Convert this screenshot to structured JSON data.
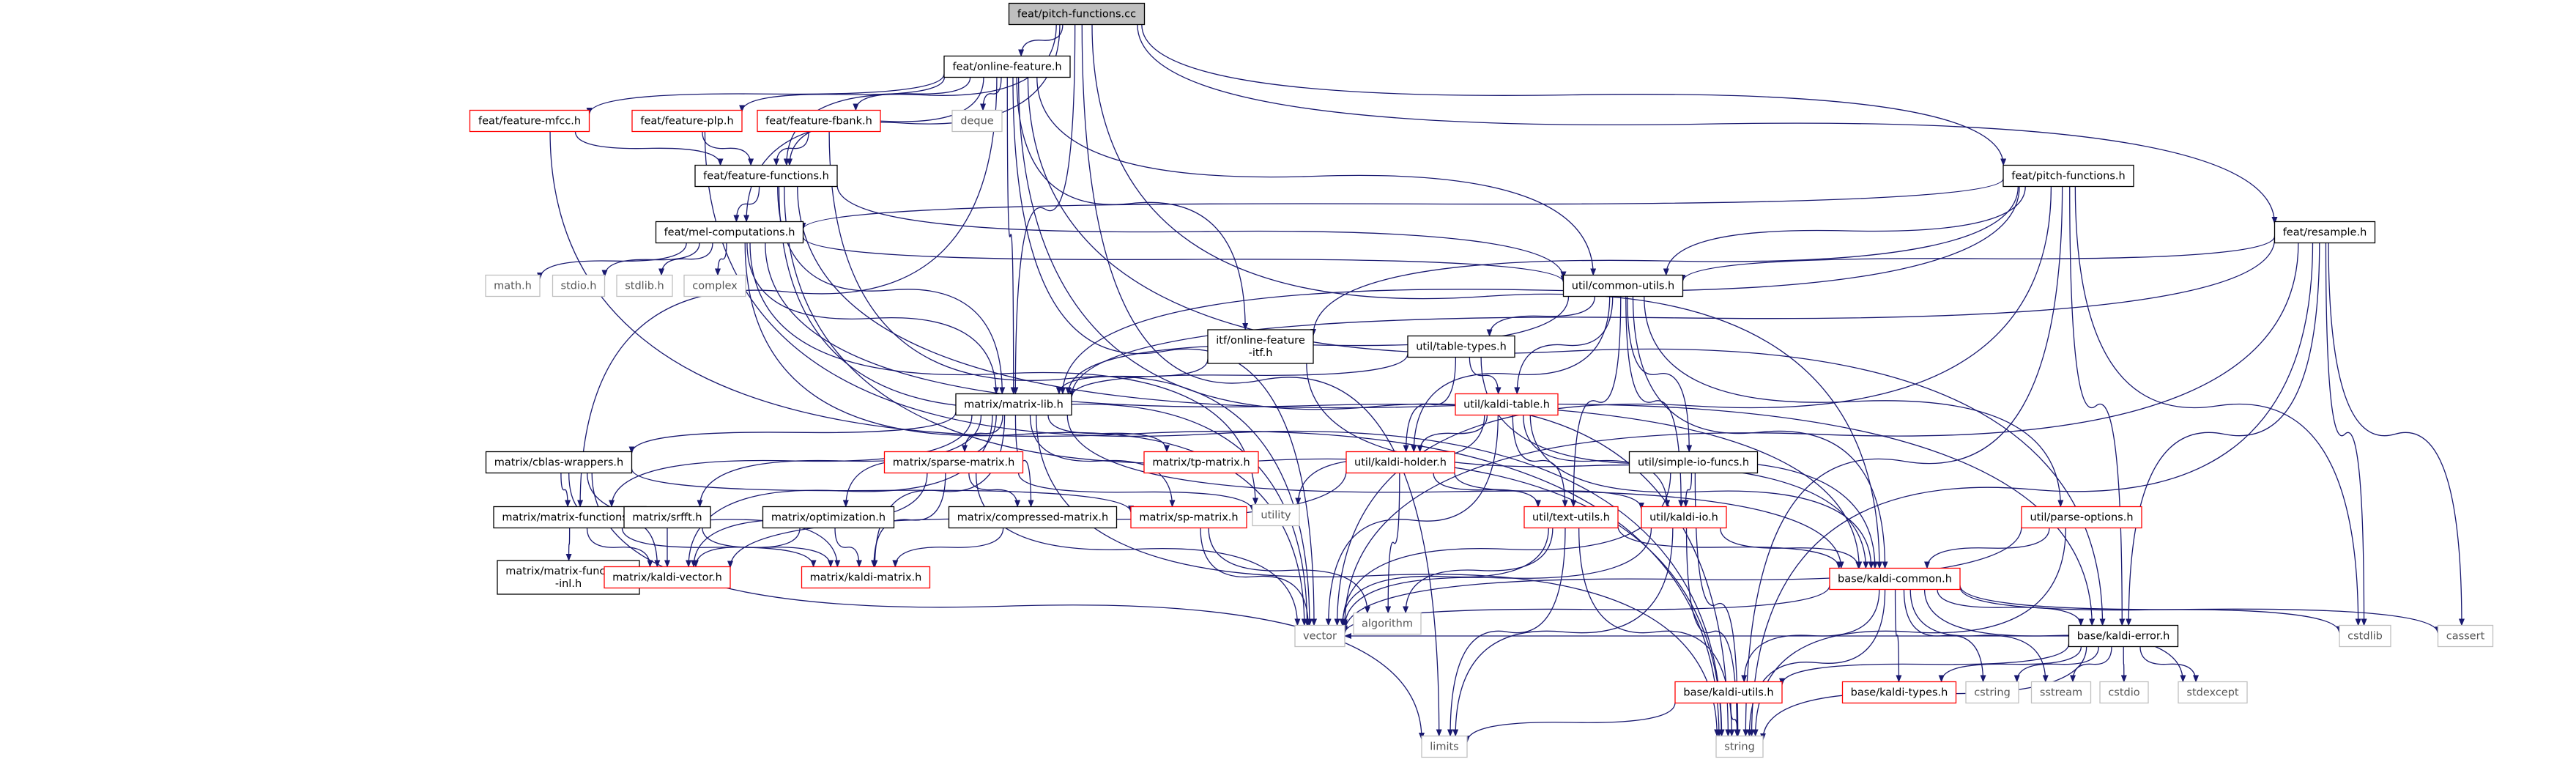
{
  "diagram": {
    "nodes": [
      {
        "id": "root",
        "lines": [
          "feat/pitch-functions.cc"
        ],
        "style": "root"
      },
      {
        "id": "online-feature",
        "lines": [
          "feat/online-feature.h"
        ],
        "style": "normal"
      },
      {
        "id": "feature-mfcc",
        "lines": [
          "feat/feature-mfcc.h"
        ],
        "style": "link"
      },
      {
        "id": "feature-plp",
        "lines": [
          "feat/feature-plp.h"
        ],
        "style": "link"
      },
      {
        "id": "feature-fbank",
        "lines": [
          "feat/feature-fbank.h"
        ],
        "style": "link"
      },
      {
        "id": "deque",
        "lines": [
          "deque"
        ],
        "style": "system"
      },
      {
        "id": "feature-functions",
        "lines": [
          "feat/feature-functions.h"
        ],
        "style": "normal"
      },
      {
        "id": "pitch-functions",
        "lines": [
          "feat/pitch-functions.h"
        ],
        "style": "normal"
      },
      {
        "id": "resample",
        "lines": [
          "feat/resample.h"
        ],
        "style": "normal"
      },
      {
        "id": "mel",
        "lines": [
          "feat/mel-computations.h"
        ],
        "style": "normal"
      },
      {
        "id": "math",
        "lines": [
          "math.h"
        ],
        "style": "system"
      },
      {
        "id": "stdio",
        "lines": [
          "stdio.h"
        ],
        "style": "system"
      },
      {
        "id": "stdlib",
        "lines": [
          "stdlib.h"
        ],
        "style": "system"
      },
      {
        "id": "complex",
        "lines": [
          "complex"
        ],
        "style": "system"
      },
      {
        "id": "common-utils",
        "lines": [
          "util/common-utils.h"
        ],
        "style": "normal"
      },
      {
        "id": "itf",
        "lines": [
          "itf/online-feature",
          "-itf.h"
        ],
        "style": "normal"
      },
      {
        "id": "table-types",
        "lines": [
          "util/table-types.h"
        ],
        "style": "normal"
      },
      {
        "id": "matrix-lib",
        "lines": [
          "matrix/matrix-lib.h"
        ],
        "style": "normal"
      },
      {
        "id": "kaldi-table",
        "lines": [
          "util/kaldi-table.h"
        ],
        "style": "link"
      },
      {
        "id": "cblas",
        "lines": [
          "matrix/cblas-wrappers.h"
        ],
        "style": "normal"
      },
      {
        "id": "sparse",
        "lines": [
          "matrix/sparse-matrix.h"
        ],
        "style": "link"
      },
      {
        "id": "tp",
        "lines": [
          "matrix/tp-matrix.h"
        ],
        "style": "link"
      },
      {
        "id": "kaldi-holder",
        "lines": [
          "util/kaldi-holder.h"
        ],
        "style": "link"
      },
      {
        "id": "simple-io",
        "lines": [
          "util/simple-io-funcs.h"
        ],
        "style": "normal"
      },
      {
        "id": "utility",
        "lines": [
          "utility"
        ],
        "style": "system"
      },
      {
        "id": "matrix-functions",
        "lines": [
          "matrix/matrix-functions.h"
        ],
        "style": "normal"
      },
      {
        "id": "srfft",
        "lines": [
          "matrix/srfft.h"
        ],
        "style": "normal"
      },
      {
        "id": "optimization",
        "lines": [
          "matrix/optimization.h"
        ],
        "style": "normal"
      },
      {
        "id": "compressed",
        "lines": [
          "matrix/compressed-matrix.h"
        ],
        "style": "normal"
      },
      {
        "id": "sp",
        "lines": [
          "matrix/sp-matrix.h"
        ],
        "style": "link"
      },
      {
        "id": "text-utils",
        "lines": [
          "util/text-utils.h"
        ],
        "style": "link"
      },
      {
        "id": "kaldi-io",
        "lines": [
          "util/kaldi-io.h"
        ],
        "style": "link"
      },
      {
        "id": "parse-options",
        "lines": [
          "util/parse-options.h"
        ],
        "style": "link"
      },
      {
        "id": "mf-inl",
        "lines": [
          "matrix/matrix-functions",
          "-inl.h"
        ],
        "style": "normal"
      },
      {
        "id": "kaldi-vector",
        "lines": [
          "matrix/kaldi-vector.h"
        ],
        "style": "link"
      },
      {
        "id": "kaldi-matrix",
        "lines": [
          "matrix/kaldi-matrix.h"
        ],
        "style": "link"
      },
      {
        "id": "algorithm",
        "lines": [
          "algorithm"
        ],
        "style": "system"
      },
      {
        "id": "kaldi-common",
        "lines": [
          "base/kaldi-common.h"
        ],
        "style": "link"
      },
      {
        "id": "vector",
        "lines": [
          "vector"
        ],
        "style": "system"
      },
      {
        "id": "kaldi-error",
        "lines": [
          "base/kaldi-error.h"
        ],
        "style": "normal"
      },
      {
        "id": "cstdlib",
        "lines": [
          "cstdlib"
        ],
        "style": "system"
      },
      {
        "id": "cassert",
        "lines": [
          "cassert"
        ],
        "style": "system"
      },
      {
        "id": "kaldi-utils",
        "lines": [
          "base/kaldi-utils.h"
        ],
        "style": "link"
      },
      {
        "id": "kaldi-types",
        "lines": [
          "base/kaldi-types.h"
        ],
        "style": "link"
      },
      {
        "id": "cstring",
        "lines": [
          "cstring"
        ],
        "style": "system"
      },
      {
        "id": "sstream",
        "lines": [
          "sstream"
        ],
        "style": "system"
      },
      {
        "id": "cstdio",
        "lines": [
          "cstdio"
        ],
        "style": "system"
      },
      {
        "id": "stdexcept",
        "lines": [
          "stdexcept"
        ],
        "style": "system"
      },
      {
        "id": "limits",
        "lines": [
          "limits"
        ],
        "style": "system"
      },
      {
        "id": "string",
        "lines": [
          "string"
        ],
        "style": "system"
      }
    ],
    "edges": [
      [
        "root",
        "online-feature"
      ],
      [
        "root",
        "feature-functions"
      ],
      [
        "root",
        "mel"
      ],
      [
        "root",
        "pitch-functions"
      ],
      [
        "root",
        "resample"
      ],
      [
        "root",
        "matrix-lib"
      ],
      [
        "root",
        "kaldi-common"
      ],
      [
        "root",
        "limits"
      ],
      [
        "online-feature",
        "feature-mfcc"
      ],
      [
        "online-feature",
        "feature-plp"
      ],
      [
        "online-feature",
        "feature-fbank"
      ],
      [
        "online-feature",
        "deque"
      ],
      [
        "online-feature",
        "feature-functions"
      ],
      [
        "online-feature",
        "matrix-lib"
      ],
      [
        "online-feature",
        "itf"
      ],
      [
        "online-feature",
        "common-utils"
      ],
      [
        "online-feature",
        "kaldi-error"
      ],
      [
        "online-feature",
        "string"
      ],
      [
        "online-feature",
        "vector"
      ],
      [
        "online-feature",
        "matrix-functions"
      ],
      [
        "feature-mfcc",
        "feature-functions"
      ],
      [
        "feature-mfcc",
        "string"
      ],
      [
        "feature-plp",
        "feature-functions"
      ],
      [
        "feature-plp",
        "string"
      ],
      [
        "feature-fbank",
        "feature-functions"
      ],
      [
        "feature-fbank",
        "vector"
      ],
      [
        "feature-functions",
        "mel"
      ],
      [
        "feature-functions",
        "matrix-lib"
      ],
      [
        "feature-functions",
        "common-utils"
      ],
      [
        "feature-functions",
        "kaldi-error"
      ],
      [
        "feature-functions",
        "string"
      ],
      [
        "feature-functions",
        "vector"
      ],
      [
        "pitch-functions",
        "mel"
      ],
      [
        "pitch-functions",
        "common-utils"
      ],
      [
        "pitch-functions",
        "matrix-lib"
      ],
      [
        "pitch-functions",
        "itf"
      ],
      [
        "pitch-functions",
        "kaldi-error"
      ],
      [
        "pitch-functions",
        "cstdlib"
      ],
      [
        "pitch-functions",
        "string"
      ],
      [
        "pitch-functions",
        "vector"
      ],
      [
        "resample",
        "common-utils"
      ],
      [
        "resample",
        "matrix-lib"
      ],
      [
        "resample",
        "kaldi-error"
      ],
      [
        "resample",
        "cstdlib"
      ],
      [
        "resample",
        "cassert"
      ],
      [
        "resample",
        "string"
      ],
      [
        "resample",
        "vector"
      ],
      [
        "mel",
        "math"
      ],
      [
        "mel",
        "stdio"
      ],
      [
        "mel",
        "stdlib"
      ],
      [
        "mel",
        "complex"
      ],
      [
        "mel",
        "matrix-lib"
      ],
      [
        "mel",
        "common-utils"
      ],
      [
        "mel",
        "kaldi-common"
      ],
      [
        "mel",
        "utility"
      ],
      [
        "mel",
        "vector"
      ],
      [
        "common-utils",
        "table-types"
      ],
      [
        "common-utils",
        "kaldi-table"
      ],
      [
        "common-utils",
        "kaldi-holder"
      ],
      [
        "common-utils",
        "simple-io"
      ],
      [
        "common-utils",
        "parse-options"
      ],
      [
        "common-utils",
        "text-utils"
      ],
      [
        "common-utils",
        "kaldi-io"
      ],
      [
        "common-utils",
        "kaldi-common"
      ],
      [
        "common-utils",
        "matrix-lib"
      ],
      [
        "itf",
        "matrix-lib"
      ],
      [
        "itf",
        "kaldi-common"
      ],
      [
        "table-types",
        "matrix-lib"
      ],
      [
        "table-types",
        "kaldi-table"
      ],
      [
        "table-types",
        "kaldi-holder"
      ],
      [
        "table-types",
        "kaldi-common"
      ],
      [
        "kaldi-table",
        "kaldi-holder"
      ],
      [
        "kaldi-table",
        "kaldi-io"
      ],
      [
        "kaldi-table",
        "text-utils"
      ],
      [
        "kaldi-table",
        "kaldi-common"
      ],
      [
        "kaldi-table",
        "vector"
      ],
      [
        "kaldi-table",
        "utility"
      ],
      [
        "kaldi-holder",
        "kaldi-io"
      ],
      [
        "kaldi-holder",
        "text-utils"
      ],
      [
        "kaldi-holder",
        "algorithm"
      ],
      [
        "kaldi-holder",
        "kaldi-vector"
      ],
      [
        "simple-io",
        "kaldi-io"
      ],
      [
        "simple-io",
        "vector"
      ],
      [
        "simple-io",
        "string"
      ],
      [
        "matrix-lib",
        "cblas"
      ],
      [
        "matrix-lib",
        "sparse"
      ],
      [
        "matrix-lib",
        "tp"
      ],
      [
        "matrix-lib",
        "sp"
      ],
      [
        "matrix-lib",
        "kaldi-vector"
      ],
      [
        "matrix-lib",
        "kaldi-matrix"
      ],
      [
        "matrix-lib",
        "compressed"
      ],
      [
        "matrix-lib",
        "srfft"
      ],
      [
        "matrix-lib",
        "optimization"
      ],
      [
        "matrix-lib",
        "matrix-functions"
      ],
      [
        "matrix-lib",
        "kaldi-common"
      ],
      [
        "matrix-lib",
        "string"
      ],
      [
        "cblas",
        "matrix-functions"
      ],
      [
        "cblas",
        "sp"
      ],
      [
        "cblas",
        "kaldi-vector"
      ],
      [
        "cblas",
        "kaldi-matrix"
      ],
      [
        "cblas",
        "limits"
      ],
      [
        "sparse",
        "compressed"
      ],
      [
        "sparse",
        "kaldi-vector"
      ],
      [
        "sparse",
        "kaldi-matrix"
      ],
      [
        "sparse",
        "utility"
      ],
      [
        "sparse",
        "vector"
      ],
      [
        "matrix-functions",
        "mf-inl"
      ],
      [
        "matrix-functions",
        "kaldi-vector"
      ],
      [
        "matrix-functions",
        "kaldi-matrix"
      ],
      [
        "srfft",
        "kaldi-vector"
      ],
      [
        "srfft",
        "kaldi-matrix"
      ],
      [
        "optimization",
        "kaldi-vector"
      ],
      [
        "optimization",
        "kaldi-matrix"
      ],
      [
        "compressed",
        "kaldi-matrix"
      ],
      [
        "sp",
        "algorithm"
      ],
      [
        "sp",
        "vector"
      ],
      [
        "text-utils",
        "algorithm"
      ],
      [
        "text-utils",
        "vector"
      ],
      [
        "text-utils",
        "limits"
      ],
      [
        "text-utils",
        "string"
      ],
      [
        "text-utils",
        "kaldi-common"
      ],
      [
        "kaldi-io",
        "kaldi-common"
      ],
      [
        "kaldi-io",
        "vector"
      ],
      [
        "kaldi-io",
        "string"
      ],
      [
        "kaldi-io",
        "limits"
      ],
      [
        "parse-options",
        "kaldi-common"
      ],
      [
        "parse-options",
        "vector"
      ],
      [
        "parse-options",
        "string"
      ],
      [
        "kaldi-common",
        "kaldi-error"
      ],
      [
        "kaldi-common",
        "kaldi-utils"
      ],
      [
        "kaldi-common",
        "kaldi-types"
      ],
      [
        "kaldi-common",
        "vector"
      ],
      [
        "kaldi-common",
        "string"
      ],
      [
        "kaldi-common",
        "cstring"
      ],
      [
        "kaldi-common",
        "sstream"
      ],
      [
        "kaldi-common",
        "stdexcept"
      ],
      [
        "kaldi-common",
        "cstdlib"
      ],
      [
        "kaldi-common",
        "cassert"
      ],
      [
        "kaldi-error",
        "kaldi-utils"
      ],
      [
        "kaldi-error",
        "kaldi-types"
      ],
      [
        "kaldi-error",
        "cstring"
      ],
      [
        "kaldi-error",
        "sstream"
      ],
      [
        "kaldi-error",
        "cstdio"
      ],
      [
        "kaldi-error",
        "stdexcept"
      ],
      [
        "kaldi-error",
        "string"
      ],
      [
        "kaldi-error",
        "vector"
      ],
      [
        "kaldi-utils",
        "limits"
      ],
      [
        "kaldi-utils",
        "string"
      ]
    ],
    "colors": {
      "edge": "#191970",
      "node_border": "#000000",
      "link_border": "#ff0000",
      "system_border": "#bfbfbf",
      "root_fill": "#bfbfbf",
      "system_text": "#555555",
      "text": "#000000"
    }
  }
}
